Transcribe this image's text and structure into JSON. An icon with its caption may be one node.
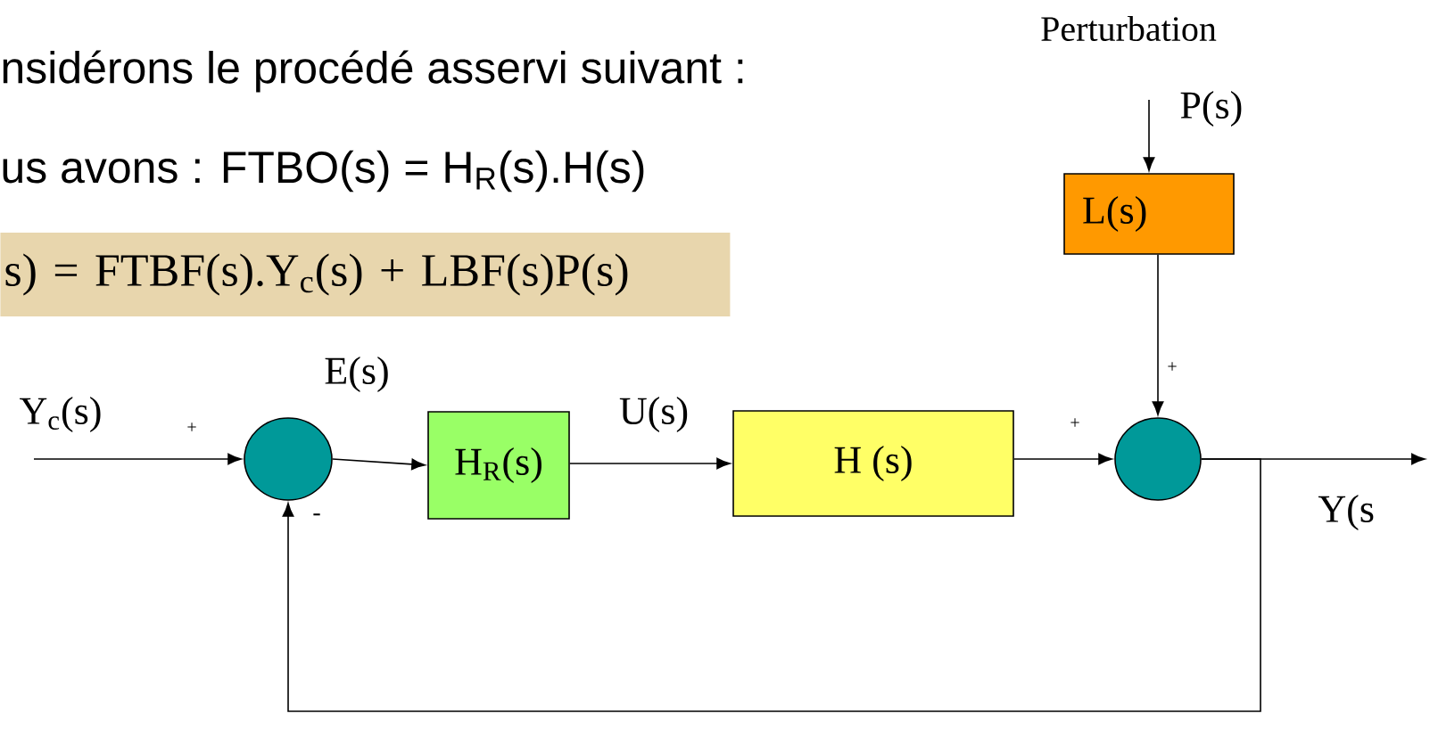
{
  "diagram": {
    "nodes": [
      {
        "text": [],
        "shape": "circle"
      },
      {
        "text": [
          "H$_{R}$(s)"
        ]
      },
      {
        "text": [
          "H (s)"
        ]
      },
      {
        "text": [],
        "shape": "circle"
      },
      {
        "text": [
          "L(s)"
        ]
      }
    ],
    "edges": [
      {
        "from": null,
        "to": 0,
        "arrow": "to",
        "label": "Y$_{c}$(s)"
      },
      {
        "from": 0,
        "to": 1,
        "arrow": "to",
        "label": "E(s)"
      },
      {
        "from": 1,
        "to": 2,
        "arrow": "to",
        "label": "U(s)"
      },
      {
        "from": 2,
        "to": 3,
        "arrow": "to"
      },
      {
        "from": 4,
        "to": 3,
        "arrow": "to"
      },
      {
        "from": null,
        "to": 4,
        "arrow": "to",
        "label": "P(s)"
      },
      {
        "from": 3,
        "to": null,
        "arrow": "to",
        "label": "Y(s"
      },
      {
        "from": 3,
        "to": 0,
        "arrow": "to"
      }
    ],
    "labels": [
      "Perturbation",
      "nsidérons le procédé asservi  suivant  :",
      "us avons : FTBO(s) = H$_{R}$(s).H(s)",
      "s) = FTBF(s).Y$_{c}$(s) + LBF(s)P(s)",
      "+",
      "-",
      "+",
      "+"
    ]
  }
}
